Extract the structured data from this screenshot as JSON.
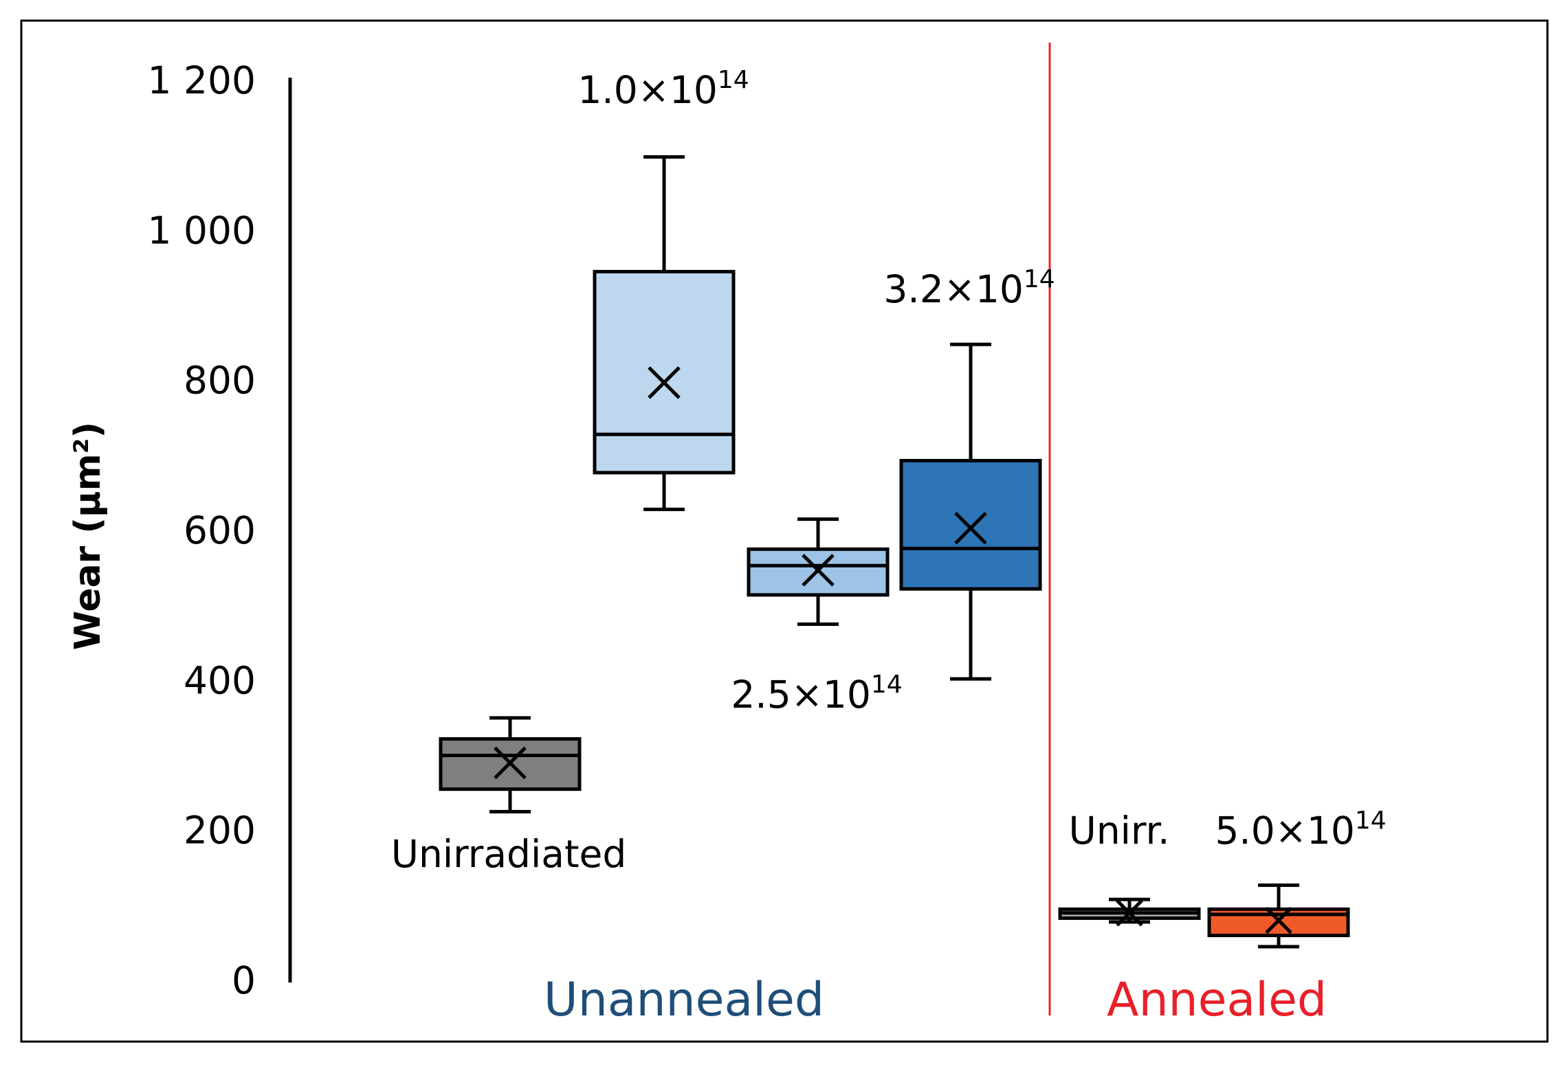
{
  "chart_data": {
    "type": "box",
    "title": "",
    "xlabel": "",
    "ylabel": "Wear (μm²)",
    "ylim": [
      0,
      1200
    ],
    "y_ticks": [
      {
        "value": 0,
        "label": "0"
      },
      {
        "value": 200,
        "label": "200"
      },
      {
        "value": 400,
        "label": "400"
      },
      {
        "value": 600,
        "label": "600"
      },
      {
        "value": 800,
        "label": "800"
      },
      {
        "value": 1000,
        "label": "1 000"
      },
      {
        "value": 1200,
        "label": "1 200"
      }
    ],
    "grid": false,
    "legend": "none",
    "groups": [
      {
        "label": "Unannealed",
        "color": "#1F4E79"
      },
      {
        "label": "Annealed",
        "color": "#E8202A"
      }
    ],
    "series": [
      {
        "label": "Unirradiated",
        "label_main": "Unirradiated",
        "label_exp": "",
        "group": "Unannealed",
        "min": 225,
        "q1": 255,
        "median": 300,
        "q3": 322,
        "max": 350,
        "mean": 290,
        "color": "#7F7F7F"
      },
      {
        "label": "1.0×10^14",
        "label_main": "1.0×10",
        "label_exp": "14",
        "group": "Unannealed",
        "min": 628,
        "q1": 677,
        "median": 728,
        "q3": 945,
        "max": 1098,
        "mean": 797,
        "color": "#BDD7EE"
      },
      {
        "label": "2.5×10^14",
        "label_main": "2.5×10",
        "label_exp": "14",
        "group": "Unannealed",
        "min": 475,
        "q1": 514,
        "median": 553,
        "q3": 575,
        "max": 615,
        "mean": 547,
        "color": "#9DC3E6"
      },
      {
        "label": "3.2×10^14",
        "label_main": "3.2×10",
        "label_exp": "14",
        "group": "Unannealed",
        "min": 402,
        "q1": 522,
        "median": 576,
        "q3": 693,
        "max": 848,
        "mean": 603,
        "color": "#2E75B6"
      },
      {
        "label": "Unirr.",
        "label_main": "Unirr.",
        "label_exp": "",
        "group": "Annealed",
        "min": 78,
        "q1": 83,
        "median": 90,
        "q3": 95,
        "max": 108,
        "mean": 90,
        "color": "#A6A6A6"
      },
      {
        "label": "5.0×10^14",
        "label_main": "5.0×10",
        "label_exp": "14",
        "group": "Annealed",
        "min": 45,
        "q1": 60,
        "median": 88,
        "q3": 95,
        "max": 127,
        "mean": 80,
        "color": "#F05A2A"
      }
    ]
  }
}
